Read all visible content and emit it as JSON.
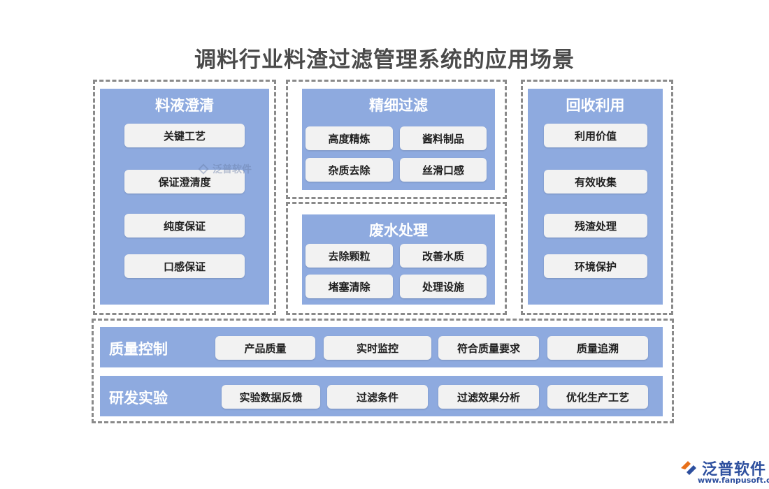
{
  "title": "调料行业料渣过滤管理系统的应用场景",
  "sections": {
    "clarify": {
      "title": "料液澄清",
      "items": [
        "关键工艺",
        "保证澄清度",
        "纯度保证",
        "口感保证"
      ]
    },
    "fine": {
      "title": "精细过滤",
      "items": [
        "高度精炼",
        "酱料制品",
        "杂质去除",
        "丝滑口感"
      ]
    },
    "waste": {
      "title": "废水处理",
      "items": [
        "去除颗粒",
        "改善水质",
        "堵塞清除",
        "处理设施"
      ]
    },
    "recycle": {
      "title": "回收利用",
      "items": [
        "利用价值",
        "有效收集",
        "残渣处理",
        "环境保护"
      ]
    },
    "quality": {
      "title": "质量控制",
      "items": [
        "产品质量",
        "实时监控",
        "符合质量要求",
        "质量追溯"
      ]
    },
    "rd": {
      "title": "研发实验",
      "items": [
        "实验数据反馈",
        "过滤条件",
        "过滤效果分析",
        "优化生产工艺"
      ]
    }
  },
  "watermark": "泛普软件",
  "logo": {
    "text": "泛普软件",
    "url": "www.fanpusoft.com"
  },
  "colors": {
    "panel": "#8eaadf",
    "chip": "#f2f2f2",
    "dash": "#8a8a8a",
    "title": "#4a4a4a",
    "logo": "#2d4f9e"
  }
}
